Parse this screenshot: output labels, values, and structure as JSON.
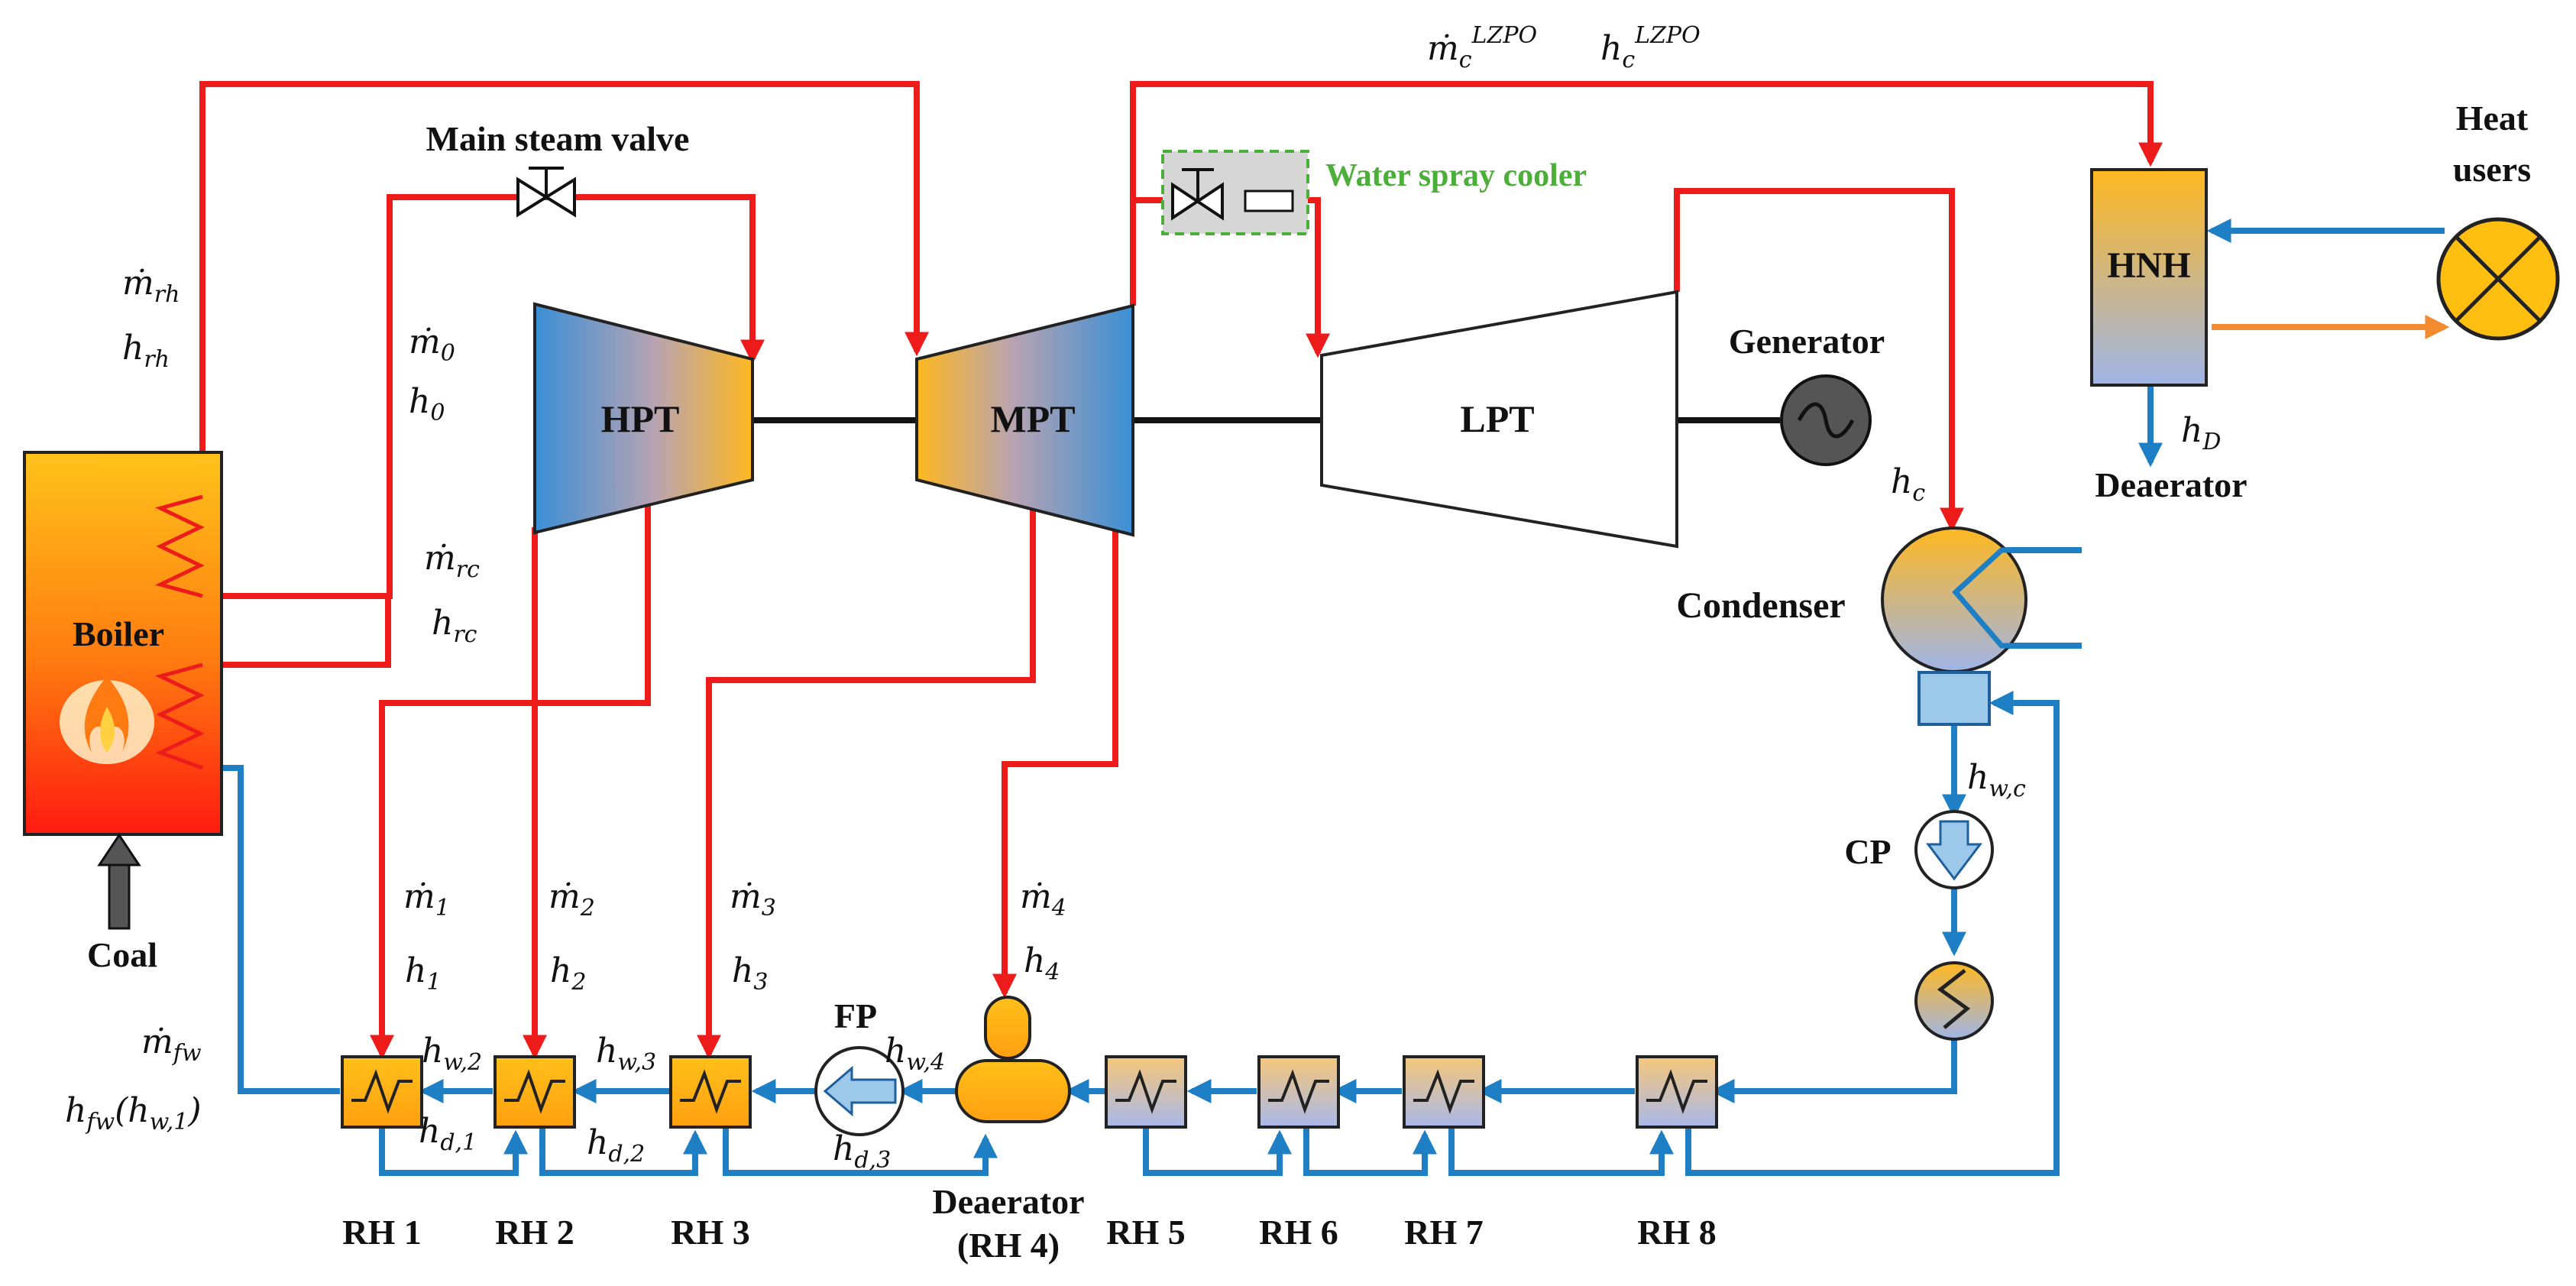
{
  "components": {
    "boiler": "Boiler",
    "coal": "Coal",
    "hpt": "HPT",
    "mpt": "MPT",
    "lpt": "LPT",
    "generator": "Generator",
    "condenser": "Condenser",
    "cp": "CP",
    "fp": "FP",
    "hnh": "HNH",
    "heat_users_line1": "Heat",
    "heat_users_line2": "users",
    "deaerator_top": "Deaerator",
    "deaerator_bottom_line1": "Deaerator",
    "deaerator_bottom_line2": "(RH 4)",
    "main_steam_valve": "Main steam valve",
    "water_spray_cooler": "Water spray cooler"
  },
  "heaters": [
    "RH 1",
    "RH 2",
    "RH 3",
    "RH 5",
    "RH 6",
    "RH 7",
    "RH 8"
  ],
  "symbols": {
    "m_rh": "ṁ rh",
    "h_rh": "h rh",
    "m_0": "ṁ0",
    "h_0": "h0",
    "m_rc": "ṁrc",
    "h_rc": "hrc",
    "m_c_lzpo": "ṁcLZPO",
    "h_c_lzpo": "hcLZPO",
    "h_D": "hD",
    "h_c": "hc",
    "h_w_c": "hw,c",
    "m_1": "ṁ1",
    "h_1": "h1",
    "m_2": "ṁ2",
    "h_2": "h2",
    "m_3": "ṁ3",
    "h_3": "h3",
    "m_4": "ṁ4",
    "h_4": "h4",
    "m_fw": "ṁfw",
    "h_fw": "hfw(hw,1)",
    "h_w_2": "hw,2",
    "h_w_3": "hw,3",
    "h_w_4": "hw,4",
    "h_d_1": "hd,1",
    "h_d_2": "hd,2",
    "h_d_3": "hd,3"
  },
  "colors": {
    "steam_line": "#ee1b1b",
    "water_line": "#1f7fc4",
    "hot_water_line": "#f28a30",
    "cooler_label": "#4caf3a"
  }
}
